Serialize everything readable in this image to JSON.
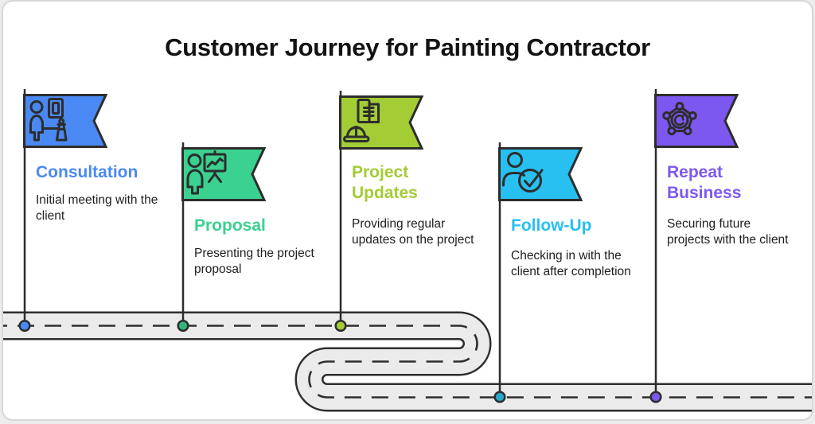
{
  "page": {
    "title": "Customer Journey for Painting Contractor"
  },
  "milestones": [
    {
      "title": "Consultation",
      "description": "Initial meeting with the client",
      "color": "#4a89f3",
      "dot_color": "#4a89f3",
      "icon": "consultation-icon"
    },
    {
      "title": "Proposal",
      "description": "Presenting the project proposal",
      "color": "#3bd190",
      "dot_color": "#30b87c",
      "icon": "presentation-icon"
    },
    {
      "title": "Project Updates",
      "description": "Providing regular updates on the project",
      "color": "#a3cc35",
      "dot_color": "#a3cc35",
      "icon": "construction-icon"
    },
    {
      "title": "Follow-Up",
      "description": "Checking in with the client after completion",
      "color": "#27c0f0",
      "dot_color": "#2aa7c9",
      "icon": "person-check-icon"
    },
    {
      "title": "Repeat Business",
      "description": "Securing future projects with the client",
      "color": "#7d58f0",
      "dot_color": "#7d58f0",
      "icon": "repeat-network-icon"
    }
  ],
  "road": {
    "surface_color": "#ebebeb",
    "outline_color": "#2e2e2e",
    "dash_color": "#2e2e2e"
  }
}
